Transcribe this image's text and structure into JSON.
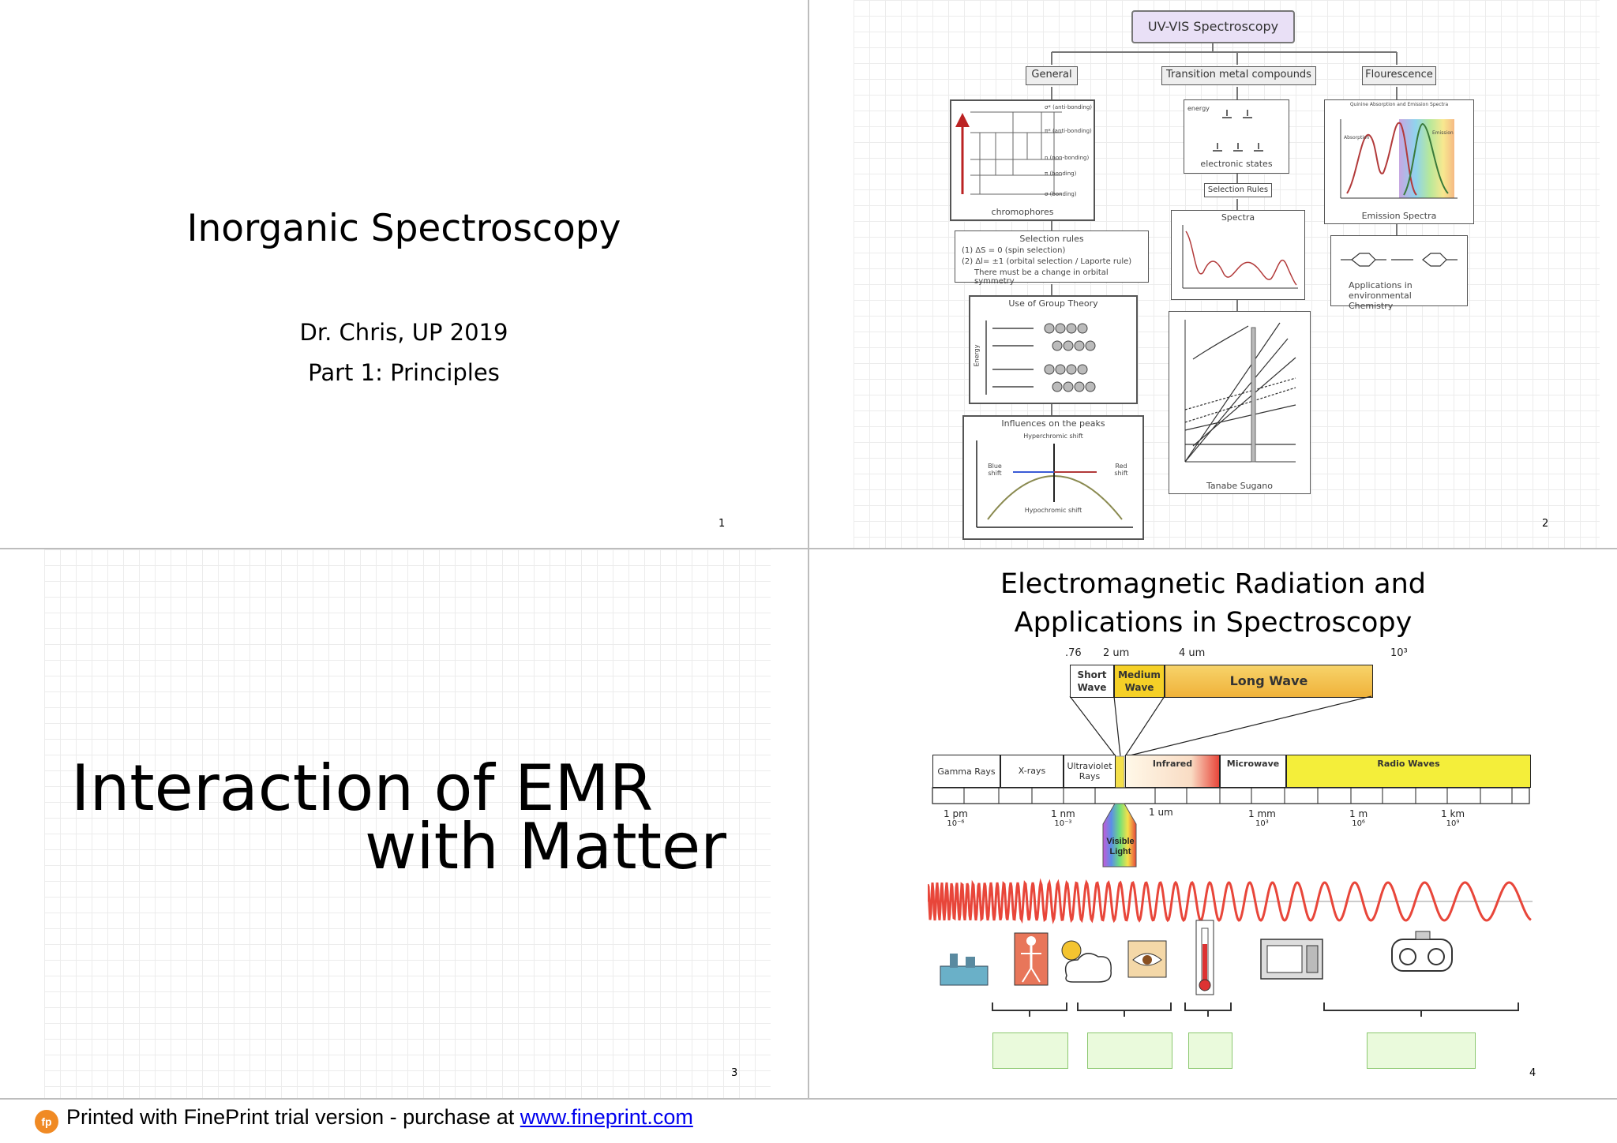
{
  "slide1": {
    "title": "Inorganic Spectroscopy",
    "author": "Dr. Chris, UP 2019",
    "part": "Part 1: Principles",
    "page": "1"
  },
  "slide2": {
    "page": "2",
    "root": "UV-VIS Spectroscopy",
    "branches": [
      "General",
      "Transition metal compounds",
      "Flourescence"
    ],
    "chromophores": "chromophores",
    "orbital_labels": [
      "σ* (anti-bonding)",
      "π* (anti-bonding)",
      "n (non-bonding)",
      "π (bonding)",
      "σ (bonding)"
    ],
    "selection_rules_title": "Selection rules",
    "selection_rules": [
      "(1) ΔS = 0  (spin selection)",
      "(2) Δl= ±1 (orbital selection / Laporte rule)",
      "There must be a change in orbital symmetry"
    ],
    "group_theory": "Use of Group Theory",
    "influences": "Influences on the peaks",
    "hyperchromic": "Hyperchromic shift",
    "hypochromic": "Hypochromic shift",
    "blue_shift": "Blue shift",
    "red_shift": "Red shift",
    "electronic_states": "electronic states",
    "selection_rules_btn": "Selection Rules",
    "spectra": "Spectra",
    "tanabe": "Tanabe Sugano",
    "emission_spectra": "Emission Spectra",
    "fluor_fig_title": "Quinine Absorption and Emission Spectra",
    "fluor_labels": [
      "Absorption",
      "Emission"
    ],
    "applications": "Applications in environmental Chemistry",
    "energy": "energy",
    "energy_axis": "Energy"
  },
  "slide3": {
    "line1": "Interaction of EMR",
    "line2": "with Matter",
    "page": "3"
  },
  "slide4": {
    "title_line1": "Electromagnetic Radiation and",
    "title_line2": "Applications in Spectroscopy",
    "page": "4",
    "top_ticks": [
      ".76",
      "2 um",
      "4 um",
      "10³"
    ],
    "ir_bands": [
      {
        "label": "Short Wave",
        "color": "#ffffff"
      },
      {
        "label": "Medium Wave",
        "color": "#f5d027"
      },
      {
        "label": "Long Wave",
        "color": "#f4c24a"
      }
    ],
    "spectrum_bands": [
      {
        "label": "Gamma Rays",
        "color": "#ffffff"
      },
      {
        "label": "X-rays",
        "color": "#ffffff"
      },
      {
        "label": "Ultraviolet Rays",
        "color": "#ffffff"
      },
      {
        "label": "Infrared",
        "color": "#fbe7c8"
      },
      {
        "label": "Microwave",
        "color": "#ffffff"
      },
      {
        "label": "Radio Waves",
        "color": "#f4ee3a"
      }
    ],
    "scale_labels": [
      {
        "main": "1 pm",
        "sub": "10⁻⁶"
      },
      {
        "main": "1 nm",
        "sub": "10⁻³"
      },
      {
        "main": "1 um",
        "sub": ""
      },
      {
        "main": "1 mm",
        "sub": "10³"
      },
      {
        "main": "1 m",
        "sub": "10⁶"
      },
      {
        "main": "1 km",
        "sub": "10⁹"
      }
    ],
    "visible_light": "Visible Light",
    "wave_color": "#e8463a",
    "answer_box_color": "#eafadc"
  },
  "footer": {
    "text": "Printed with FinePrint trial version - purchase at ",
    "link": "www.fineprint.com",
    "logo": "fp"
  }
}
